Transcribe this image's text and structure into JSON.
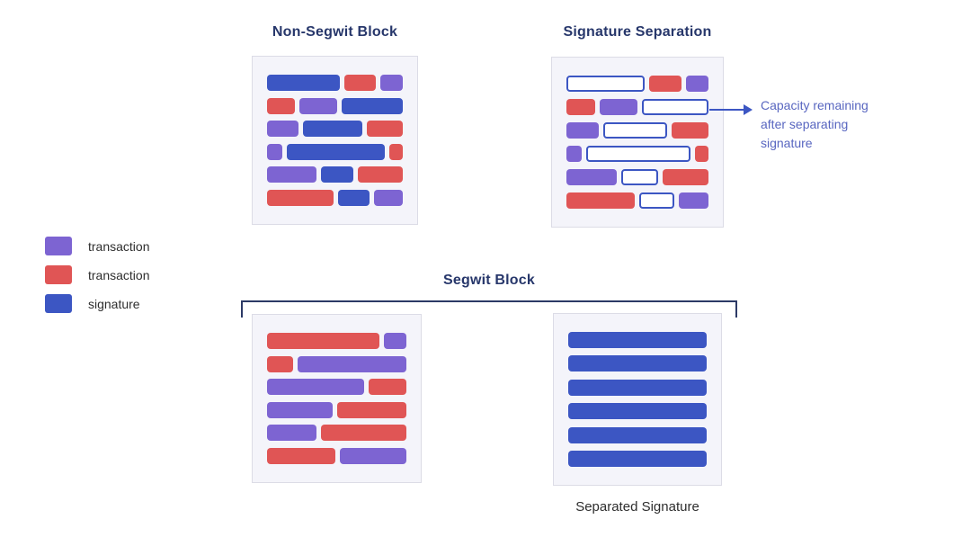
{
  "colors": {
    "purple": "#7d64d2",
    "red": "#e05555",
    "blue": "#3c56c3",
    "title": "#27376b",
    "bracket": "#2c3a66",
    "annotation": "#5866c0",
    "box_bg": "#f4f4fa",
    "box_border": "#dcdce6",
    "text": "#2e2e2e"
  },
  "titles": {
    "non_segwit": "Non-Segwit Block",
    "signature_separation": "Signature Separation",
    "segwit": "Segwit Block"
  },
  "legend": {
    "items": [
      {
        "color": "purple",
        "label": "transaction"
      },
      {
        "color": "red",
        "label": "transaction"
      },
      {
        "color": "blue",
        "label": "signature"
      }
    ]
  },
  "annotation": {
    "text": "Capacity remaining after separating signature"
  },
  "labels": {
    "separated_signature": "Separated Signature"
  },
  "blocks": {
    "non_segwit": {
      "rows": [
        [
          {
            "c": "blue",
            "w": 86
          },
          {
            "c": "red",
            "w": 37
          },
          {
            "c": "purple",
            "w": 26
          }
        ],
        [
          {
            "c": "red",
            "w": 30
          },
          {
            "c": "purple",
            "w": 40
          },
          {
            "c": "blue",
            "w": 66
          }
        ],
        [
          {
            "c": "purple",
            "w": 38
          },
          {
            "c": "blue",
            "w": 71
          },
          {
            "c": "red",
            "w": 43
          }
        ],
        [
          {
            "c": "purple",
            "w": 18
          },
          {
            "c": "blue",
            "w": 117
          },
          {
            "c": "red",
            "w": 16
          }
        ],
        [
          {
            "c": "purple",
            "w": 58
          },
          {
            "c": "blue",
            "w": 38
          },
          {
            "c": "red",
            "w": 52
          }
        ],
        [
          {
            "c": "red",
            "w": 78
          },
          {
            "c": "blue",
            "w": 36
          },
          {
            "c": "purple",
            "w": 34
          }
        ]
      ]
    },
    "signature_separation": {
      "rows": [
        [
          {
            "c": "outline",
            "w": 86
          },
          {
            "c": "red",
            "w": 37
          },
          {
            "c": "purple",
            "w": 26
          }
        ],
        [
          {
            "c": "red",
            "w": 30
          },
          {
            "c": "purple",
            "w": 40
          },
          {
            "c": "outline",
            "w": 66
          }
        ],
        [
          {
            "c": "purple",
            "w": 38
          },
          {
            "c": "outline",
            "w": 71
          },
          {
            "c": "red",
            "w": 43
          }
        ],
        [
          {
            "c": "purple",
            "w": 18
          },
          {
            "c": "outline",
            "w": 117
          },
          {
            "c": "red",
            "w": 16
          }
        ],
        [
          {
            "c": "purple",
            "w": 58
          },
          {
            "c": "outline",
            "w": 38
          },
          {
            "c": "red",
            "w": 52
          }
        ],
        [
          {
            "c": "red",
            "w": 78
          },
          {
            "c": "outline",
            "w": 36
          },
          {
            "c": "purple",
            "w": 34
          }
        ]
      ]
    },
    "segwit_transactions": {
      "rows": [
        [
          {
            "c": "red",
            "w": 127
          },
          {
            "c": "purple",
            "w": 26
          }
        ],
        [
          {
            "c": "red",
            "w": 30
          },
          {
            "c": "purple",
            "w": 123
          }
        ],
        [
          {
            "c": "purple",
            "w": 112
          },
          {
            "c": "red",
            "w": 44
          }
        ],
        [
          {
            "c": "purple",
            "w": 75
          },
          {
            "c": "red",
            "w": 80
          }
        ],
        [
          {
            "c": "purple",
            "w": 57
          },
          {
            "c": "red",
            "w": 98
          }
        ],
        [
          {
            "c": "red",
            "w": 78
          },
          {
            "c": "purple",
            "w": 76
          }
        ]
      ]
    },
    "separated_signature": {
      "rows": [
        [
          {
            "c": "blue",
            "w": 157
          }
        ],
        [
          {
            "c": "blue",
            "w": 157
          }
        ],
        [
          {
            "c": "blue",
            "w": 157
          }
        ],
        [
          {
            "c": "blue",
            "w": 157
          }
        ],
        [
          {
            "c": "blue",
            "w": 157
          }
        ],
        [
          {
            "c": "blue",
            "w": 157
          }
        ]
      ]
    }
  }
}
